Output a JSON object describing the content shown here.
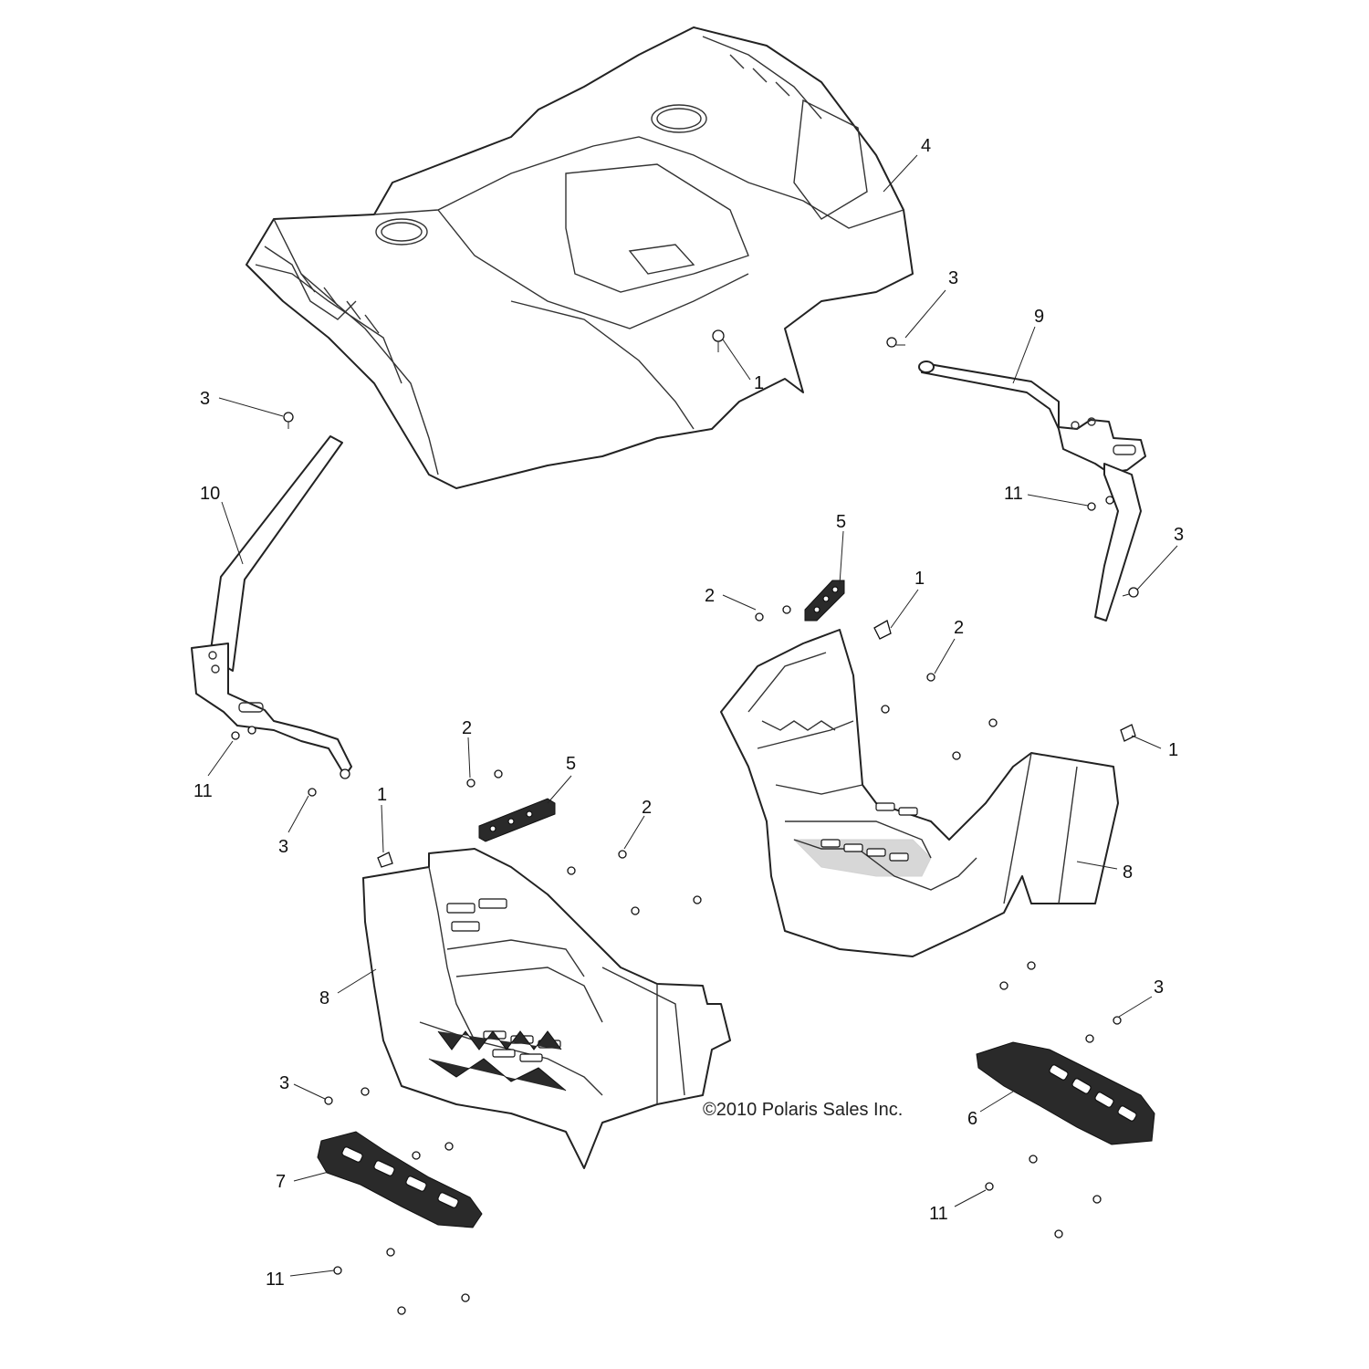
{
  "copyright": "©2010 Polaris Sales Inc.",
  "callouts": {
    "c1_a": "1",
    "c1_b": "1",
    "c1_c": "1",
    "c1_d": "1",
    "c2_a": "2",
    "c2_b": "2",
    "c2_c": "2",
    "c2_d": "2",
    "c3_a": "3",
    "c3_b": "3",
    "c3_c": "3",
    "c3_d": "3",
    "c3_e": "3",
    "c3_f": "3",
    "c4": "4",
    "c5_a": "5",
    "c5_b": "5",
    "c6": "6",
    "c7": "7",
    "c8_a": "8",
    "c8_b": "8",
    "c9": "9",
    "c10": "10",
    "c11_a": "11",
    "c11_b": "11",
    "c11_c": "11",
    "c11_d": "11"
  }
}
